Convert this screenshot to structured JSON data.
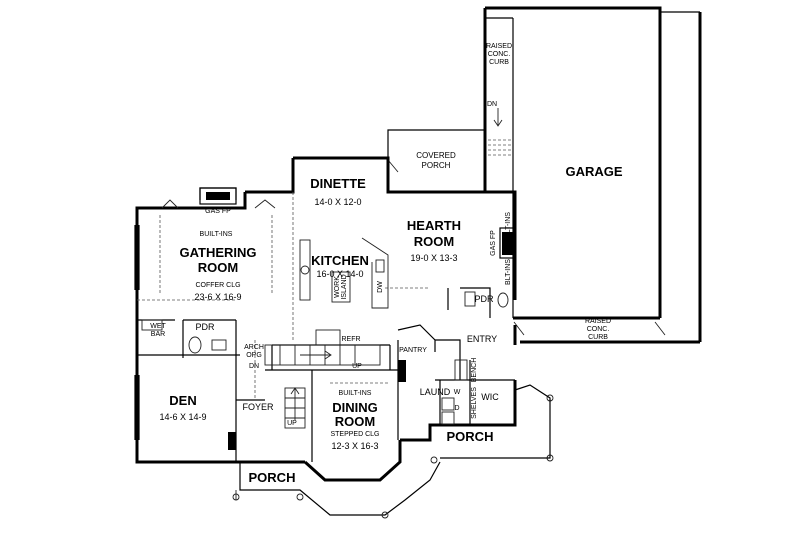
{
  "labels": {
    "garage": "GARAGE",
    "raised_curb_top_1": "RAISED",
    "raised_curb_top_2": "CONC.",
    "raised_curb_top_3": "CURB",
    "dn_garage": "DN",
    "covered_porch_1": "COVERED",
    "covered_porch_2": "PORCH",
    "dinette": "DINETTE",
    "dinette_dim": "14-0 X 12-0",
    "hearth_room_1": "HEARTH",
    "hearth_room_2": "ROOM",
    "hearth_dim": "19-0 X 13-3",
    "gas_fp_hearth": "GAS FP",
    "blt_ins_1": "BLT-INS",
    "blt_ins_2": "BLT-INS",
    "gas_fp_gathering": "GAS FP",
    "built_ins_gathering": "BUILT-INS",
    "gathering_1": "GATHERING",
    "gathering_2": "ROOM",
    "coffer_clg": "COFFER CLG",
    "gathering_dim": "23-6 X 16-9",
    "kitchen": "KITCHEN",
    "kitchen_dim": "16-0 X 14-0",
    "work_island_1": "WORK",
    "work_island_2": "ISLAND",
    "dw": "DW",
    "refr": "REFR",
    "up_kitchen": "UP",
    "pdr_right": "PDR",
    "raised_curb_bottom_1": "RAISED",
    "raised_curb_bottom_2": "CONC.",
    "raised_curb_bottom_3": "CURB",
    "entry": "ENTRY",
    "pantry": "PANTRY",
    "wet_bar_1": "WET",
    "wet_bar_2": "BAR",
    "pdr_left": "PDR",
    "arch_1": "ARCH",
    "arch_2": "OPG",
    "dn_foyer": "DN",
    "laund": "LAUND",
    "bench": "BENCH",
    "shelves": "SHELVES",
    "wic": "WIC",
    "d": "D",
    "w": "W",
    "den": "DEN",
    "den_dim": "14-6 X 14-9",
    "foyer": "FOYER",
    "up_foyer": "UP",
    "built_ins_dining": "BUILT-INS",
    "dining_1": "DINING",
    "dining_2": "ROOM",
    "stepped_clg": "STEPPED CLG",
    "dining_dim": "12-3 X 16-3",
    "porch_right": "PORCH",
    "porch_left": "PORCH"
  }
}
